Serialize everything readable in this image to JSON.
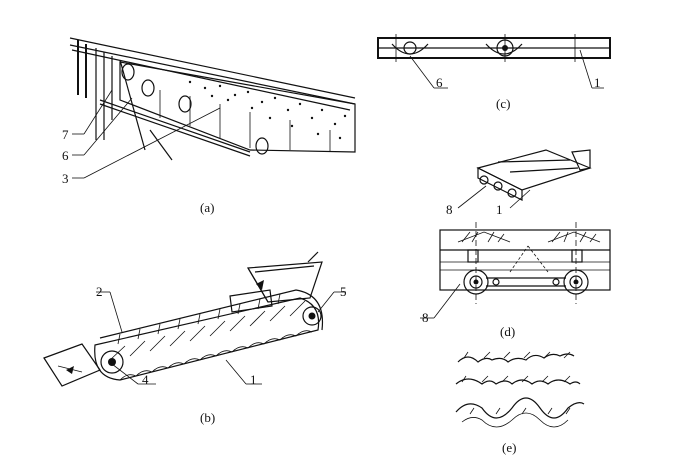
{
  "panels": {
    "a": {
      "caption": "(a)",
      "labels": [
        "7",
        "6",
        "3"
      ]
    },
    "b": {
      "caption": "(b)",
      "labels": [
        "2",
        "5",
        "4",
        "1"
      ]
    },
    "c": {
      "caption": "(c)",
      "labels": [
        "6",
        "1"
      ]
    },
    "d": {
      "caption": "(d)",
      "labels_top": [
        "8",
        "1"
      ],
      "labels_bottom": [
        "8"
      ]
    },
    "e": {
      "caption": "(e)"
    }
  }
}
